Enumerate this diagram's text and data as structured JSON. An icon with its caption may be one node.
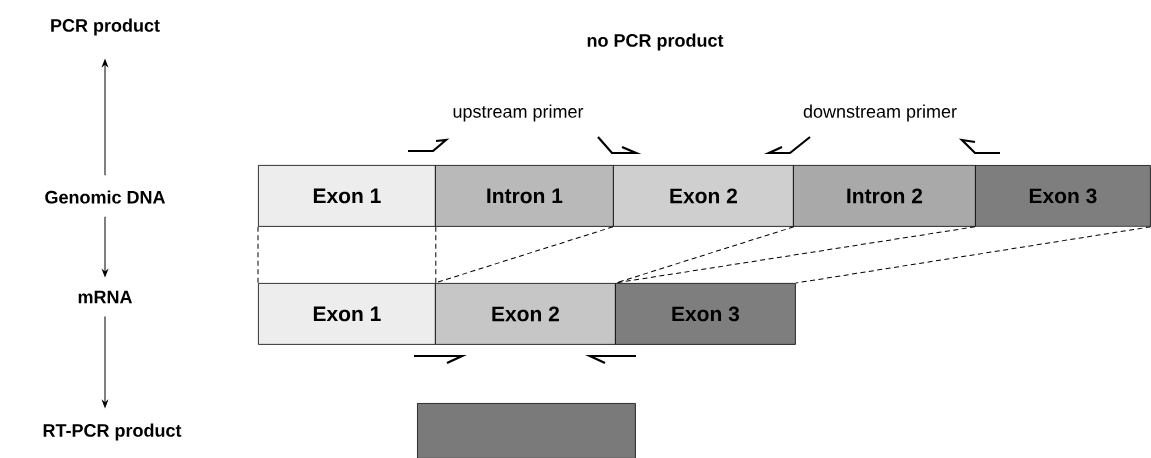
{
  "diagram": {
    "nodes": [
      {
        "text": [
          "PCR product"
        ]
      },
      {
        "text": [
          "Genomic DNA"
        ]
      },
      {
        "text": [
          "mRNA"
        ]
      },
      {
        "text": [
          "RT-PCR product"
        ]
      },
      {
        "text": [
          "Exon 1"
        ]
      },
      {
        "text": [
          "Intron 1"
        ]
      },
      {
        "text": [
          "Exon 2"
        ]
      },
      {
        "text": [
          "Intron 2"
        ]
      },
      {
        "text": [
          "Exon 3"
        ]
      },
      {
        "text": [
          "Exon 1"
        ]
      },
      {
        "text": [
          "Exon 2"
        ]
      },
      {
        "text": [
          "Exon 3"
        ]
      },
      {
        "text": [],
        "shape": "bar"
      }
    ],
    "edges": [
      {
        "from": 1,
        "to": 0,
        "arrow": "to"
      },
      {
        "from": 1,
        "to": 2,
        "arrow": "to"
      },
      {
        "from": 2,
        "to": 3,
        "arrow": "to"
      },
      {
        "from": 4,
        "to": 9,
        "arrow": "none",
        "style": "dashed"
      },
      {
        "from": 4,
        "to": 9,
        "arrow": "none",
        "style": "dashed"
      },
      {
        "from": 6,
        "to": 10,
        "arrow": "none",
        "style": "dashed"
      },
      {
        "from": 6,
        "to": 10,
        "arrow": "none",
        "style": "dashed"
      },
      {
        "from": 8,
        "to": 11,
        "arrow": "none",
        "style": "dashed"
      },
      {
        "from": 8,
        "to": 11,
        "arrow": "none",
        "style": "dashed"
      }
    ],
    "labels": [
      "no PCR product",
      "upstream primer",
      "downstream primer"
    ]
  }
}
